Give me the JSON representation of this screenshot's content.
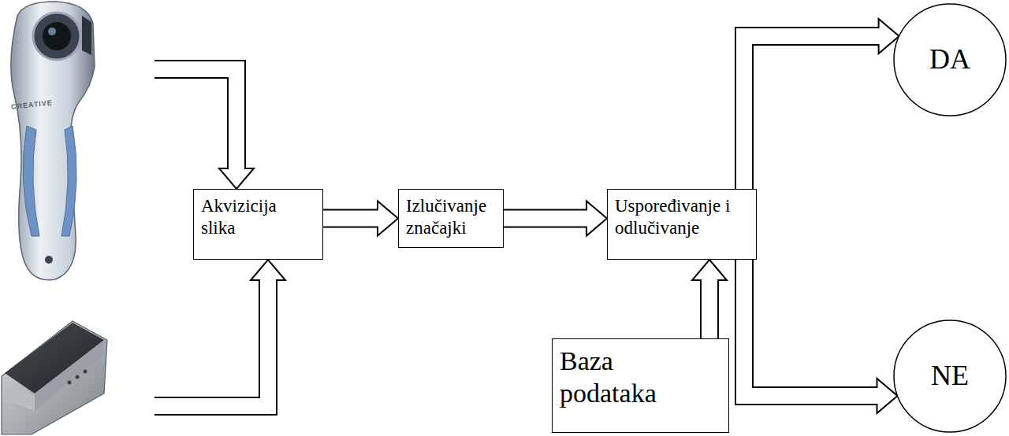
{
  "diagram": {
    "nodes": [
      {
        "text": [
          "Akvizicija slika"
        ]
      },
      {
        "text": [
          "Izlučivanje značajki"
        ]
      },
      {
        "text": [
          "Uspoređivanje i odlučivanje"
        ]
      },
      {
        "text": [
          "DA"
        ]
      },
      {
        "text": [
          "NE"
        ]
      },
      {
        "text": [
          "Baza podataka"
        ]
      }
    ],
    "edges": [
      {
        "from": 0,
        "to": 1,
        "arrow": "to"
      },
      {
        "from": 1,
        "to": 2,
        "arrow": "to"
      },
      {
        "from": 5,
        "to": 2,
        "arrow": "to"
      },
      {
        "from": 2,
        "to": 3,
        "arrow": "to"
      },
      {
        "from": 2,
        "to": 4,
        "arrow": "to"
      }
    ],
    "labels": [
      "CREATIVE"
    ]
  }
}
